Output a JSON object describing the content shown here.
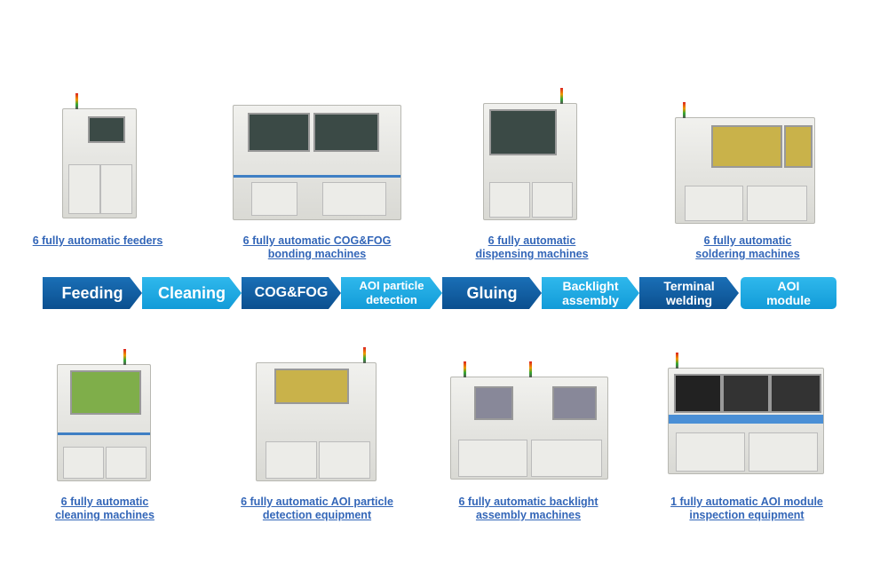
{
  "top_captions": [
    [
      "6 fully automatic feeders"
    ],
    [
      "6 fully automatic COG&FOG",
      "bonding machines"
    ],
    [
      "6 fully automatic",
      "dispensing machines"
    ],
    [
      "6 fully automatic",
      "soldering machines"
    ]
  ],
  "bottom_captions": [
    [
      "6 fully automatic",
      "cleaning machines"
    ],
    [
      "6 fully automatic AOI particle",
      "detection equipment"
    ],
    [
      "6 fully automatic backlight",
      "assembly machines"
    ],
    [
      "1 fully automatic AOI module",
      "inspection equipment"
    ]
  ],
  "steps": [
    [
      "Feeding"
    ],
    [
      "Cleaning"
    ],
    [
      "COG&FOG"
    ],
    [
      "AOI particle",
      "detection"
    ],
    [
      "Gluing"
    ],
    [
      "Backlight",
      "assembly"
    ],
    [
      "Terminal",
      "welding"
    ],
    [
      "AOI",
      "module"
    ]
  ],
  "colors": {
    "dark": "#0b4f8f",
    "light": "#129bd8",
    "link": "#3366b8"
  }
}
